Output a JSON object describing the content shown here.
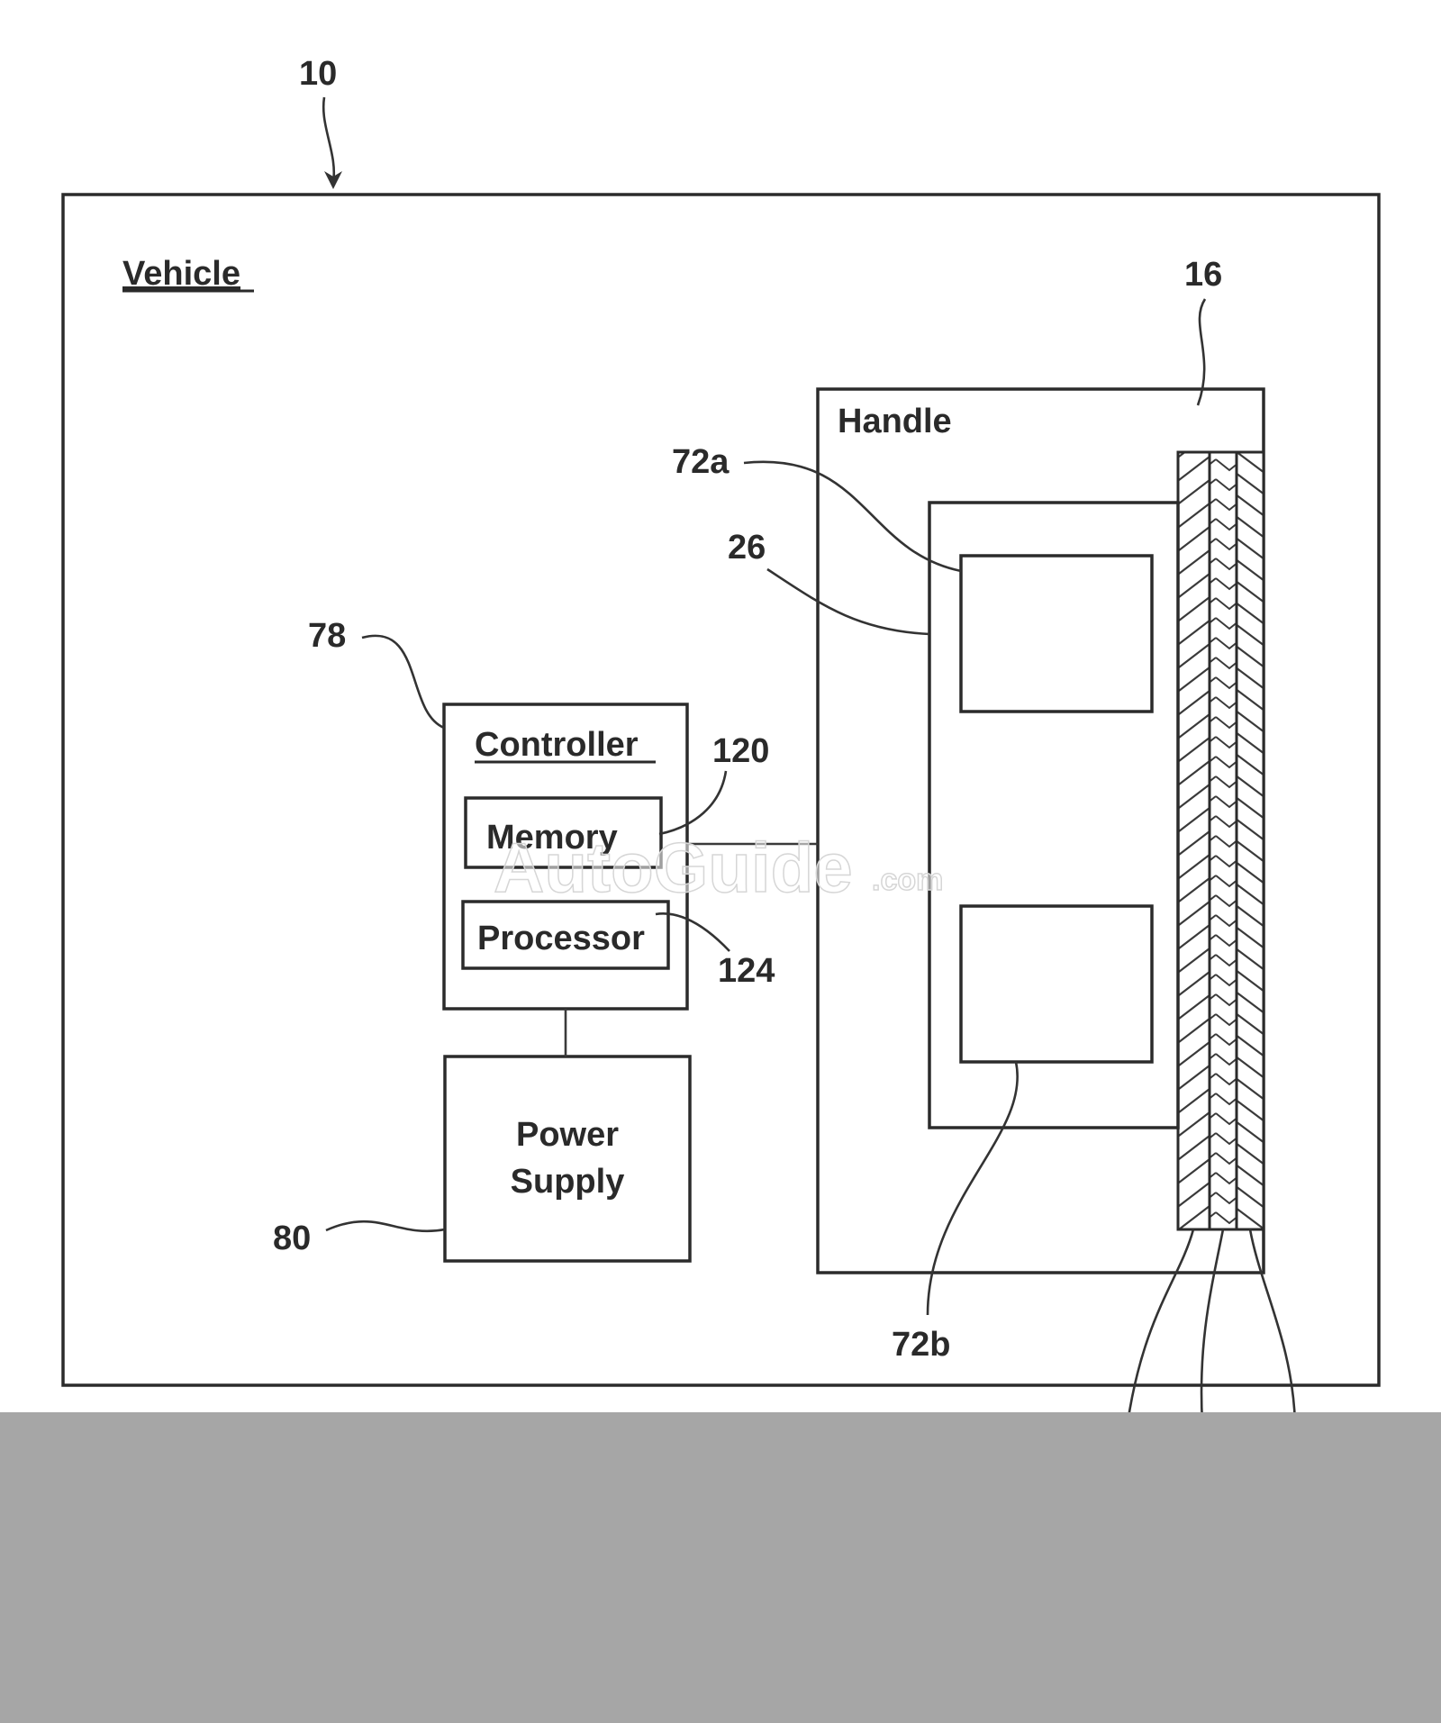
{
  "figure_ref": "10",
  "vehicle": {
    "label": "Vehicle"
  },
  "handle": {
    "label": "Handle",
    "ref": "16"
  },
  "controller": {
    "label": "Controller",
    "ref": "78",
    "memory": {
      "label": "Memory",
      "ref": "120"
    },
    "processor": {
      "label": "Processor",
      "ref": "124"
    }
  },
  "power_supply": {
    "label_line1": "Power",
    "label_line2": "Supply",
    "ref": "80"
  },
  "sensor_assembly": {
    "ref": "26",
    "upper_ref": "72a",
    "lower_ref": "72b"
  },
  "watermark": {
    "brand": "AutoGuide",
    "suffix": ".com"
  }
}
